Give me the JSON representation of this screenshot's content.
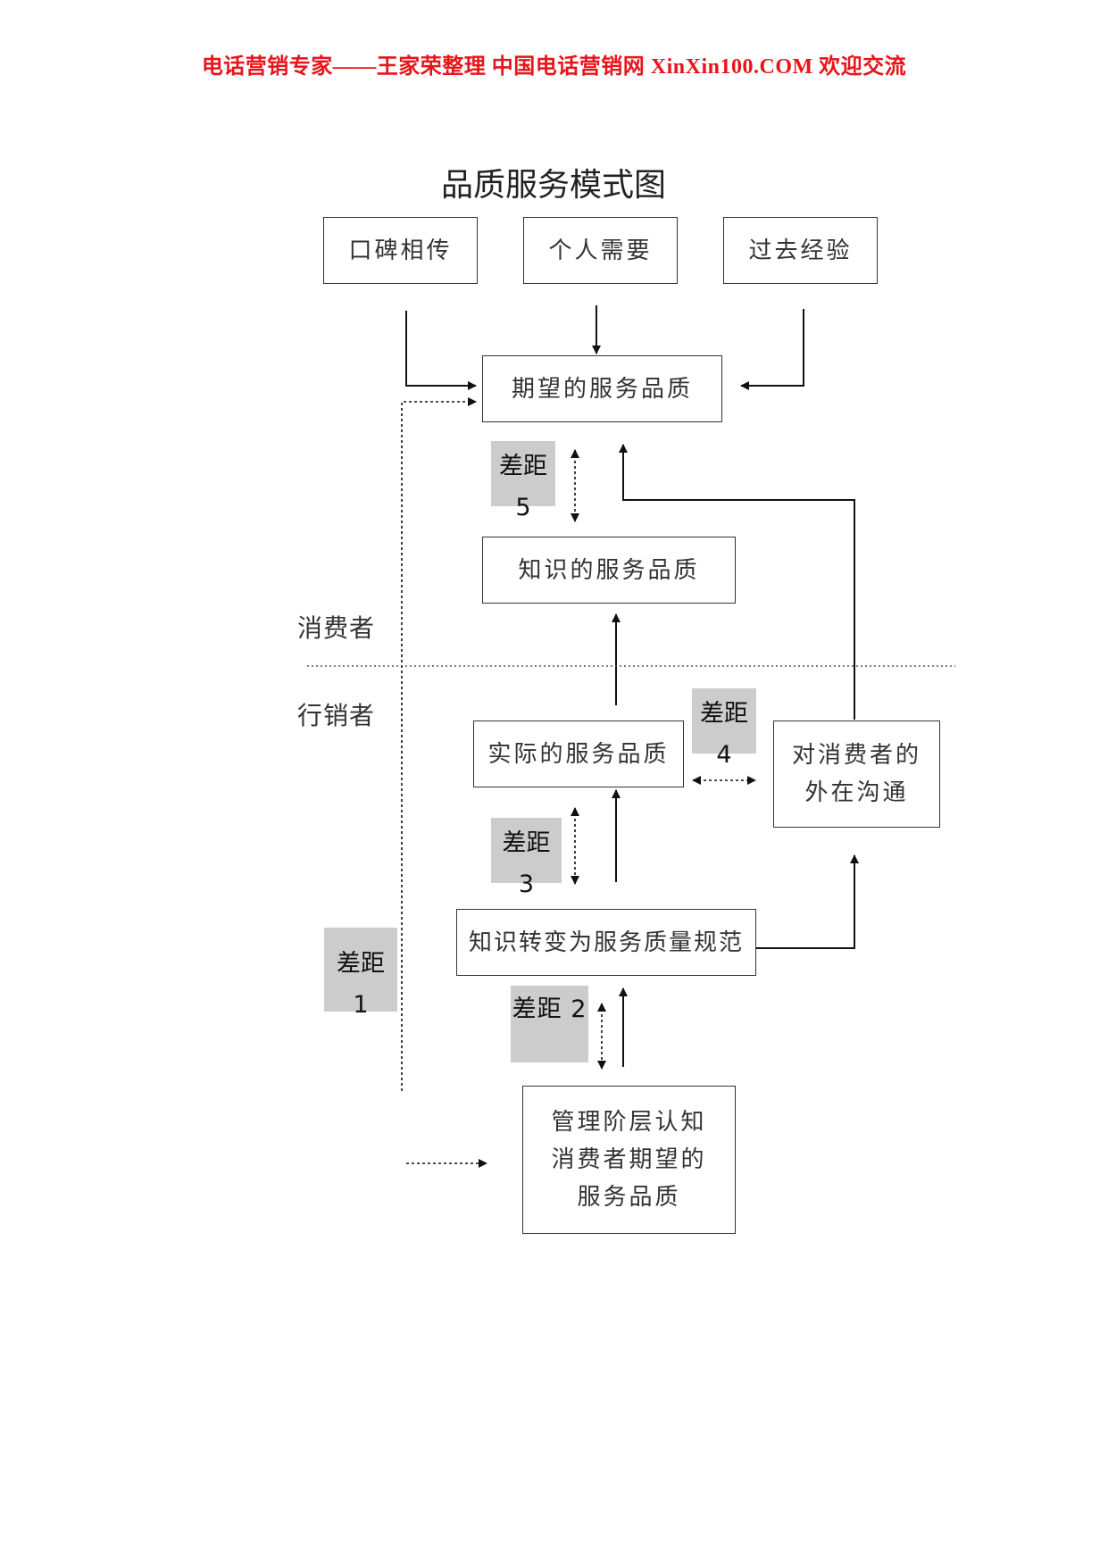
{
  "header": "电话营销专家——王家荣整理 中国电话营销网 XinXin100.COM 欢迎交流",
  "title": "品质服务模式图",
  "boxes": {
    "word_of_mouth": "口碑相传",
    "personal_needs": "个人需要",
    "past_experience": "过去经验",
    "expected_quality": "期望的服务品质",
    "perceived_quality": "知识的服务品质",
    "actual_quality": "实际的服务品质",
    "external_comm": "对消费者的\n外在沟通",
    "specs": "知识转变为服务质量规范",
    "management": "管理阶层认知\n消费者期望的\n服务品质"
  },
  "gaps": {
    "gap5": "差距\n5",
    "gap4": "差距\n4",
    "gap3": "差距\n3",
    "gap1": "差距\n1",
    "gap2": "差距 2"
  },
  "sides": {
    "consumer": "消费者",
    "marketer": "行销者"
  }
}
